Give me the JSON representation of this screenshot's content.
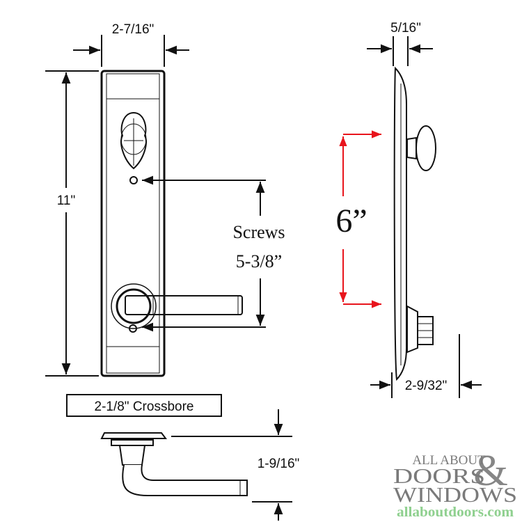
{
  "dimensions": {
    "plate_width": "2-7/16\"",
    "plate_height": "11\"",
    "screws_label": "Screws",
    "screws_value": "5-3/8”",
    "crossbore": "2-1/8\" Crossbore",
    "lever_projection": "1-9/16\"",
    "side_thickness": "5/16\"",
    "side_projection": "2-9/32\"",
    "center_to_center": "6”"
  },
  "logo": {
    "line1": "ALL ABOUT",
    "line2": "DOORS",
    "ampersand": "&",
    "line3": "WINDOWS",
    "url": "allaboutdoors.com"
  },
  "colors": {
    "accent": "#e8141c",
    "logo_gray": "#7a7a7a",
    "logo_green": "#8fd08f"
  }
}
